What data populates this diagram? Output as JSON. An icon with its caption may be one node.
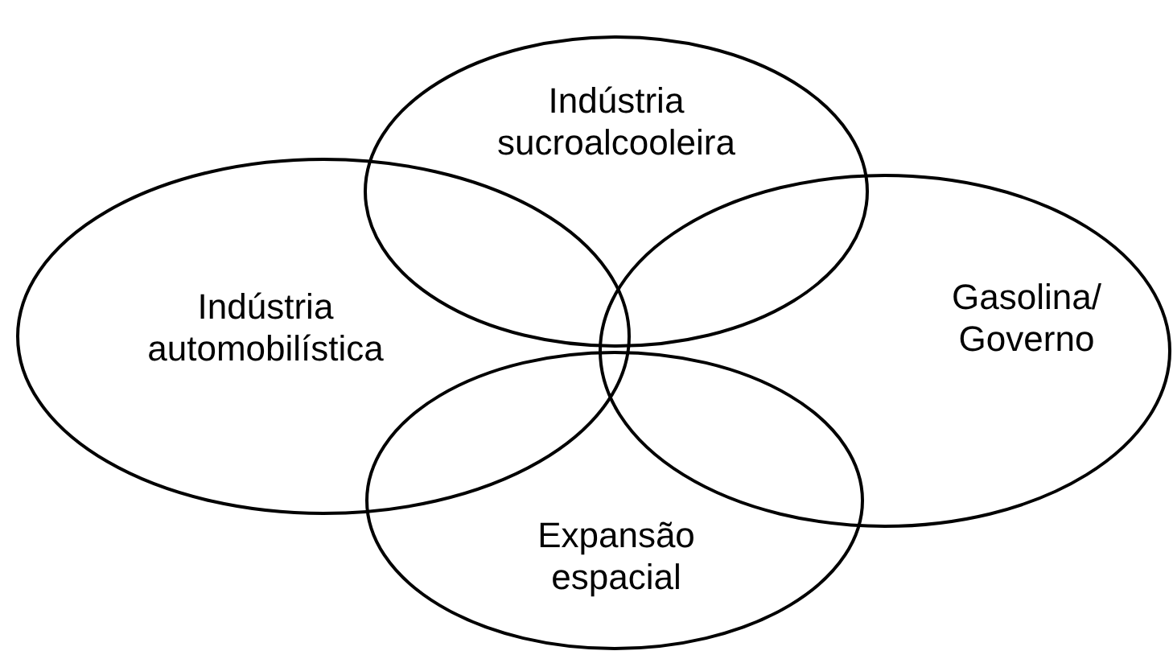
{
  "diagram": {
    "nodes": [
      {
        "text": [
          "Indústria sucroalcooleira"
        ]
      },
      {
        "text": [
          "Indústria automobilística"
        ]
      },
      {
        "text": [
          "Gasolina/ Governo"
        ]
      },
      {
        "text": [
          "Expansão espacial"
        ]
      }
    ]
  }
}
